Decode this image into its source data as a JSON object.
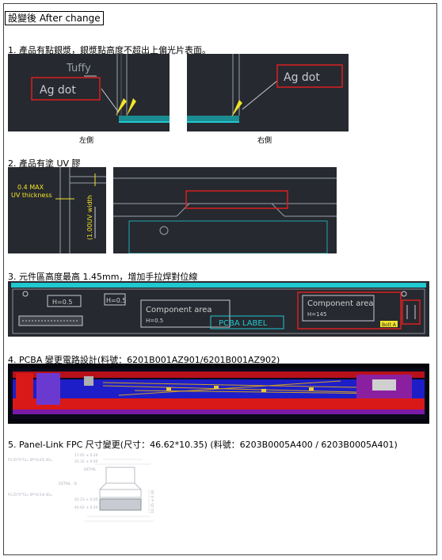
{
  "title": "設變後 After change",
  "sections": [
    {
      "heading": "1. 產品有點銀漿，銀漿點高度不超出上偏光片表面。"
    },
    {
      "heading": "2. 產品有塗 UV 膠"
    },
    {
      "heading": "3. 元件區高度最高 1.45mm，增加手拉焊對位線"
    },
    {
      "heading": "4. PCBA 變更電路設計(料號：6201B001AZ901/6201B001AZ902)"
    },
    {
      "heading": "5. Panel-Link FPC 尺寸變更(尺寸：46.62*10.35) (料號：6203B0005A400 / 6203B0005A401)"
    }
  ],
  "fig1": {
    "left_labels": {
      "tuffy": "Tuffy",
      "ag": "Ag dot"
    },
    "right_labels": {
      "ag": "Ag dot"
    },
    "caption_left": "左側",
    "caption_right": "右側"
  },
  "fig2": {
    "max_label": "0.4 MAX",
    "thickness_label": "UV thickness",
    "vertical_label": "(1.00UV width"
  },
  "fig3": {
    "h1": "H=0.5",
    "h2": "H=0.5",
    "comp_area_1": "Component area",
    "comp_h1": "H=0.5",
    "pcba_label": "PCBA LABEL",
    "comp_area_2": "Component area",
    "comp_h2": "H=145",
    "tag": "Bolt A"
  },
  "fig5": {
    "dims": [
      "17.65 ± 0.20",
      "25.32 ± 0.05",
      "DETAIL",
      "DETAIL · B",
      "42.23 ± 0.05",
      "44.62 ± 0.20",
      "10.35 ± 0.10"
    ],
    "notes": [
      "P3.25*5*73= 0P*(0.05) 40=",
      "P3.25*5*73= 0P*(0.5)4 40="
    ]
  },
  "colors": {
    "cad_bg": "#26292f",
    "cyan": "#20c8d0",
    "red": "#d92020",
    "yellow": "#f2e32a"
  }
}
